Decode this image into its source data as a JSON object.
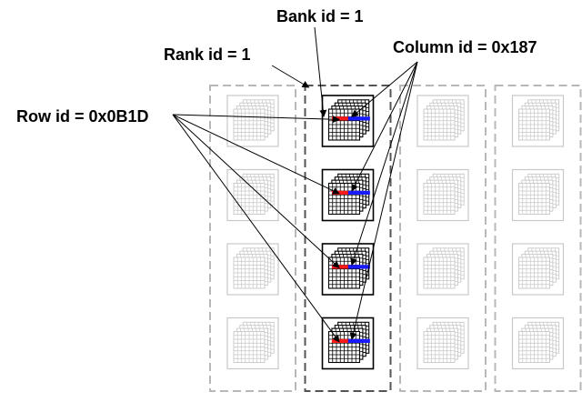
{
  "labels": {
    "bank": "Bank id = 1",
    "rank": "Rank id = 1",
    "column": "Column id = 0x187",
    "row": "Row id = 0x0B1D"
  },
  "layout": {
    "ranks": 4,
    "chips_per_rank": 4,
    "highlighted_rank_index": 1
  },
  "colors": {
    "background": "#ffffff",
    "inactive_rank_border": "#b8b8b8",
    "inactive_chip": "#c8c8c8",
    "active_rank_border": "#555555",
    "active_chip": "#000000",
    "row_highlight": "#ff1a1a",
    "column_highlight": "#1a1aff",
    "annotation_line": "#000000"
  }
}
